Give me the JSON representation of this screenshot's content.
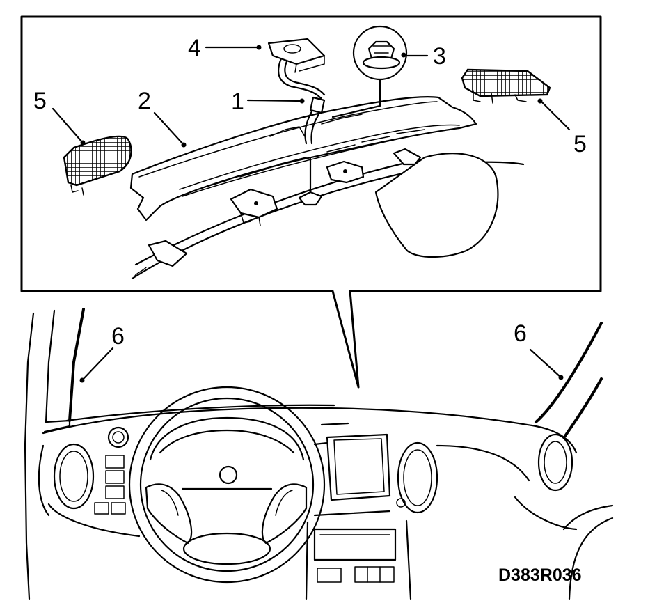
{
  "figure_code": "D383R036",
  "callouts": {
    "c1": "1",
    "c2": "2",
    "c3": "3",
    "c4": "4",
    "c5_left": "5",
    "c5_right": "5",
    "c6_left": "6",
    "c6_right": "6"
  }
}
